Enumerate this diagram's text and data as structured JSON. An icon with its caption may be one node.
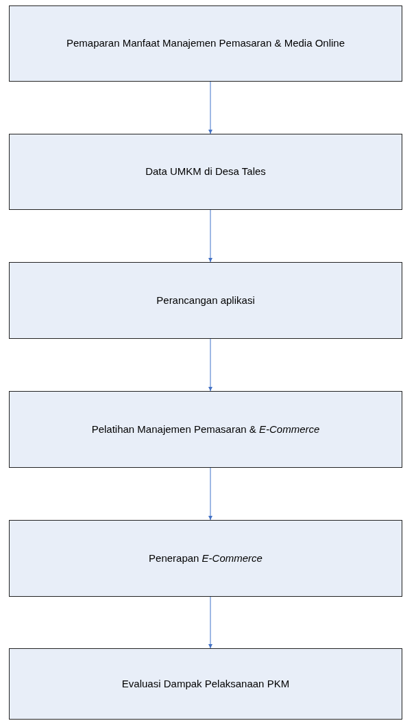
{
  "diagram": {
    "nodes": [
      {
        "text": [
          "Pemaparan Manfaat Manajemen Pemasaran & Media Online"
        ]
      },
      {
        "text": [
          "Data UMKM di Desa Tales"
        ]
      },
      {
        "text": [
          "Perancangan aplikasi"
        ]
      },
      {
        "text": [
          "Pelatihan Manajemen Pemasaran & *E-Commerce*"
        ]
      },
      {
        "text": [
          "Penerapan *E-Commerce*"
        ]
      },
      {
        "text": [
          "Evaluasi Dampak Pelaksanaan PKM"
        ]
      }
    ],
    "edges": [
      {
        "from": 0,
        "to": 1,
        "arrow": "to"
      },
      {
        "from": 1,
        "to": 2,
        "arrow": "to"
      },
      {
        "from": 2,
        "to": 3,
        "arrow": "to"
      },
      {
        "from": 3,
        "to": 4,
        "arrow": "to"
      },
      {
        "from": 4,
        "to": 5,
        "arrow": "to"
      }
    ]
  }
}
